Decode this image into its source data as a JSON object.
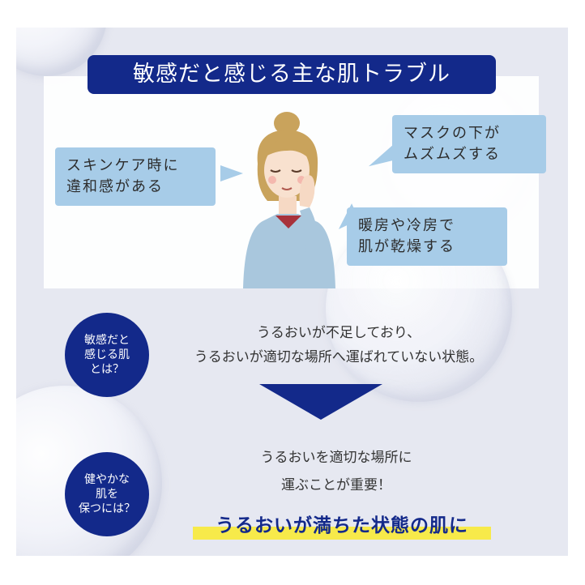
{
  "title": "敏感だと感じる主な肌トラブル",
  "bubbles": {
    "skincare": [
      "スキンケア時に",
      "違和感がある"
    ],
    "mask": [
      "マスクの下が",
      "ムズムズする"
    ],
    "heating": [
      "暖房や冷房で",
      "肌が乾燥する"
    ]
  },
  "question1": [
    "敏感だと",
    "感じる肌",
    "とは？"
  ],
  "answer1": [
    "うるおいが不足しており、",
    "うるおいが適切な場所へ運ばれていない状態。"
  ],
  "question2": [
    "健やかな",
    "肌を",
    "保つには？"
  ],
  "answer2": [
    "うるおいを適切な場所に",
    "運ぶことが重要！"
  ],
  "conclusion": "うるおいが満ちた状態の肌に",
  "colors": {
    "navy": "#13298a",
    "bubble": "#a7cce8",
    "marker": "#f7ea4a",
    "background": "#e6e8f1"
  }
}
